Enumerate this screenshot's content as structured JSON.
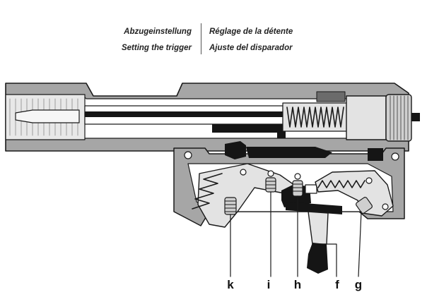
{
  "titles": {
    "de": "Abzugeinstellung",
    "en": "Setting the trigger",
    "fr": "Réglage de la détente",
    "es": "Ajuste del disparador"
  },
  "callouts": [
    "k",
    "i",
    "h",
    "f",
    "g"
  ],
  "colors": {
    "gray_body": "#a6a6a6",
    "light_gray": "#e3e3e3",
    "mid_gray": "#cfcfcf",
    "dark_gray": "#6b6b6b",
    "outline": "#1a1a1a",
    "black_part": "#151515"
  }
}
